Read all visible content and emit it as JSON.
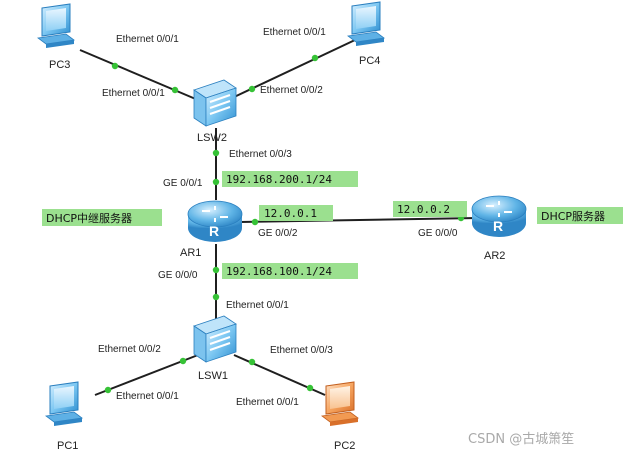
{
  "devices": {
    "pc3": "PC3",
    "pc4": "PC4",
    "lsw2": "LSW2",
    "ar1": "AR1",
    "ar2": "AR2",
    "lsw1": "LSW1",
    "pc1": "PC1",
    "pc2": "PC2"
  },
  "ports": {
    "pc3_eth": "Ethernet 0/0/1",
    "lsw2_eth1": "Ethernet 0/0/1",
    "pc4_eth": "Ethernet 0/0/1",
    "lsw2_eth2": "Ethernet 0/0/2",
    "lsw2_eth3": "Ethernet 0/0/3",
    "ar1_ge001": "GE 0/0/1",
    "ar1_ge002": "GE 0/0/2",
    "ar2_ge000": "GE 0/0/0",
    "ar1_ge000": "GE 0/0/0",
    "lsw1_eth1": "Ethernet 0/0/1",
    "lsw1_eth2": "Ethernet 0/0/2",
    "lsw1_eth3": "Ethernet 0/0/3",
    "pc1_eth": "Ethernet 0/0/1",
    "pc2_eth": "Ethernet 0/0/1"
  },
  "ips": {
    "ar1_ge001_ip": "192.168.200.1/24",
    "ar1_ge002_ip": "12.0.0.1",
    "ar2_ge000_ip": "12.0.0.2",
    "ar1_ge000_ip": "192.168.100.1/24"
  },
  "roles": {
    "relay": "DHCP中继服务器",
    "server": "DHCP服务器"
  },
  "watermark": "CSDN @古城箫笙",
  "colors": {
    "highlight": "#9be08f",
    "link_dot": "#36c236",
    "pc_blue": "#3aa3e6",
    "pc_orange": "#f08a3c",
    "device_blue": "#4aa8e0"
  }
}
